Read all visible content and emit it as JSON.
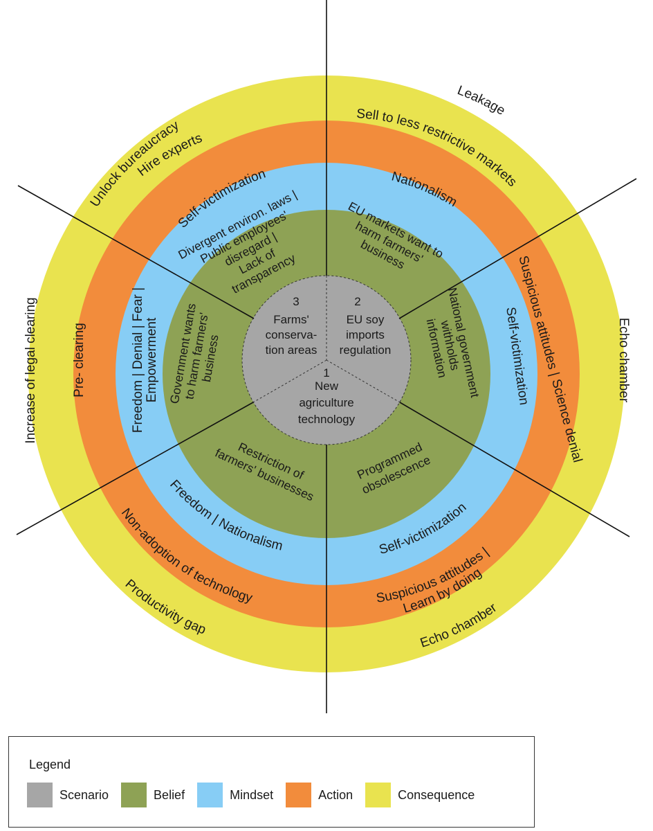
{
  "colors": {
    "scenario": "#a6a6a6",
    "belief": "#8ea255",
    "mindset": "#87cdf5",
    "action": "#f28c3c",
    "consequence": "#e9e34f"
  },
  "scenarios": [
    {
      "number": "1",
      "lines": [
        "New",
        "agriculture",
        "technology"
      ]
    },
    {
      "number": "2",
      "lines": [
        "EU soy",
        "imports",
        "regulation"
      ]
    },
    {
      "number": "3",
      "lines": [
        "Farms'",
        "conserva-",
        "tion areas"
      ]
    }
  ],
  "sectors": {
    "top_right": {
      "belief": [
        "EU markets want to",
        "harm farmers'",
        "business"
      ],
      "mindset": "Nationalism",
      "action": "Sell to less restrictive markets",
      "consequence": "Leakage"
    },
    "right": {
      "belief": [
        "National government",
        "withholds",
        "information"
      ],
      "mindset": "Self-victimization",
      "action": "Suspicious attitudes | Science denial",
      "consequence": "Echo chamber"
    },
    "bottom_right": {
      "belief": [
        "Programmed",
        "obsolescence"
      ],
      "mindset": "Self-victimization",
      "action": [
        "Suspicious attitudes  |",
        "Learn by doing"
      ],
      "consequence": "Echo chamber"
    },
    "bottom_left": {
      "belief": [
        "Restriction of",
        "farmers' businesses"
      ],
      "mindset": "Freedom  |  Nationalism",
      "action": "Non-adoption of technology",
      "consequence": "Productivity gap"
    },
    "left": {
      "belief": [
        "Government wants",
        "to harm farmers'",
        "business"
      ],
      "mindset": [
        "Freedom | Denial | Fear |",
        "Empowerment"
      ],
      "action": "Pre- clearing",
      "consequence": "Increase of legal clearing"
    },
    "top_left": {
      "belief": [
        "Divergent environ. laws |",
        "Public employees'",
        "disregard |",
        "Lack of",
        "transparency"
      ],
      "mindset": "Self-victimization",
      "action": "Hire experts",
      "consequence": "Unlock bureaucracy"
    }
  },
  "legend": {
    "title": "Legend",
    "items": [
      {
        "label": "Scenario",
        "color": "#a6a6a6"
      },
      {
        "label": "Belief",
        "color": "#8ea255"
      },
      {
        "label": "Mindset",
        "color": "#87cdf5"
      },
      {
        "label": "Action",
        "color": "#f28c3c"
      },
      {
        "label": "Consequence",
        "color": "#e9e34f"
      }
    ]
  }
}
